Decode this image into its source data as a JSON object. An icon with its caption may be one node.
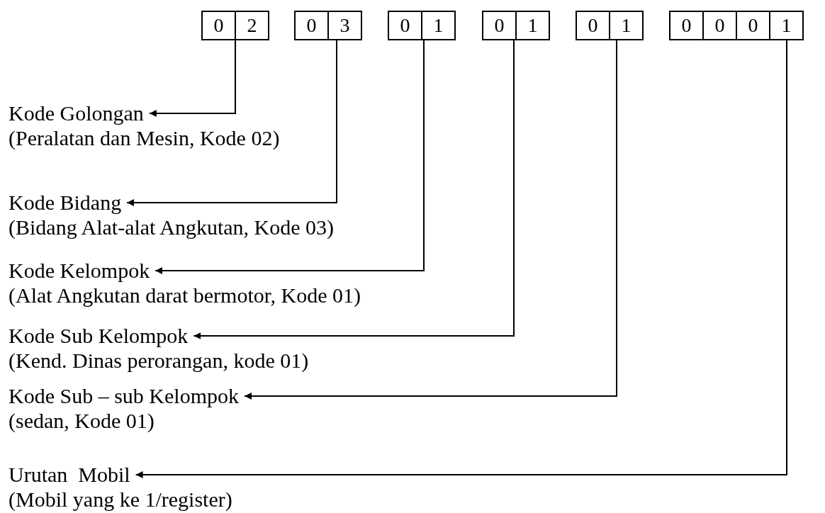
{
  "diagram": {
    "nodes": [
      {
        "text": [
          "0",
          "2"
        ]
      },
      {
        "text": [
          "0",
          "3"
        ]
      },
      {
        "text": [
          "0",
          "1"
        ]
      },
      {
        "text": [
          "0",
          "1"
        ]
      },
      {
        "text": [
          "0",
          "1"
        ]
      },
      {
        "text": [
          "0",
          "0",
          "0",
          "1"
        ]
      },
      {
        "text": [
          "Kode Golongan",
          "(Peralatan dan Mesin, Kode 02)"
        ]
      },
      {
        "text": [
          "Kode Bidang",
          "(Bidang Alat-alat Angkutan, Kode 03)"
        ]
      },
      {
        "text": [
          "Kode Kelompok",
          "(Alat Angkutan darat bermotor, Kode 01)"
        ]
      },
      {
        "text": [
          "Kode Sub Kelompok",
          "(Kend. Dinas perorangan, kode 01)"
        ]
      },
      {
        "text": [
          "Kode Sub – sub Kelompok",
          "(sedan, Kode 01)"
        ]
      },
      {
        "text": [
          "Urutan  Mobil",
          "(Mobil yang ke 1/register)"
        ]
      }
    ],
    "edges": [
      {
        "from": 0,
        "to": 6,
        "arrow": "to"
      },
      {
        "from": 1,
        "to": 7,
        "arrow": "to"
      },
      {
        "from": 2,
        "to": 8,
        "arrow": "to"
      },
      {
        "from": 3,
        "to": 9,
        "arrow": "to"
      },
      {
        "from": 4,
        "to": 10,
        "arrow": "to"
      },
      {
        "from": 5,
        "to": 11,
        "arrow": "to"
      }
    ]
  }
}
